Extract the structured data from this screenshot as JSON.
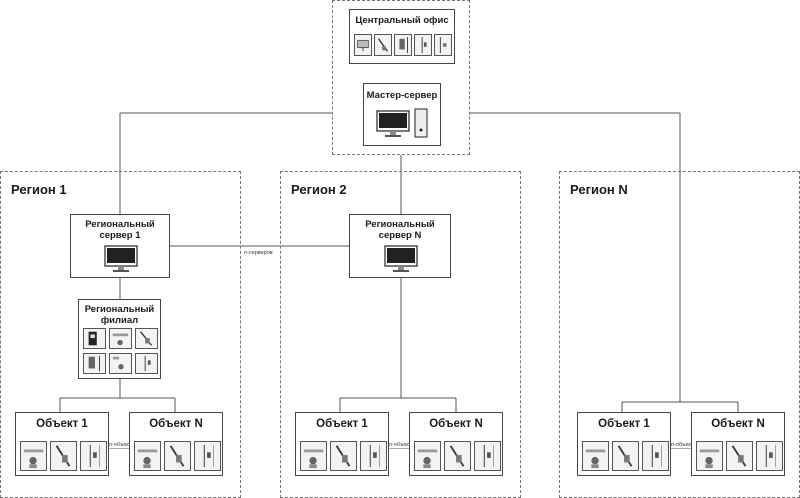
{
  "central": {
    "title": "Центральный офис"
  },
  "master": {
    "title": "Мастер-сервер"
  },
  "regions": [
    {
      "title": "Регион 1",
      "server": "Региональный\nсервер 1"
    },
    {
      "title": "Регион 2",
      "server": "Региональный\nсервер N"
    },
    {
      "title": "Регион N"
    }
  ],
  "branch": {
    "title": "Региональный\nфилиал"
  },
  "objects": {
    "first": "Объект 1",
    "last": "Объект N"
  },
  "connectors": {
    "servers": "n-серверов",
    "objects": "n-объектов"
  },
  "icons": [
    "monitor-icon",
    "system-unit-icon",
    "turnstile-icon",
    "door-lock-icon",
    "card-reader-icon",
    "barrier-gate-icon",
    "door-icon",
    "access-controller-icon"
  ]
}
